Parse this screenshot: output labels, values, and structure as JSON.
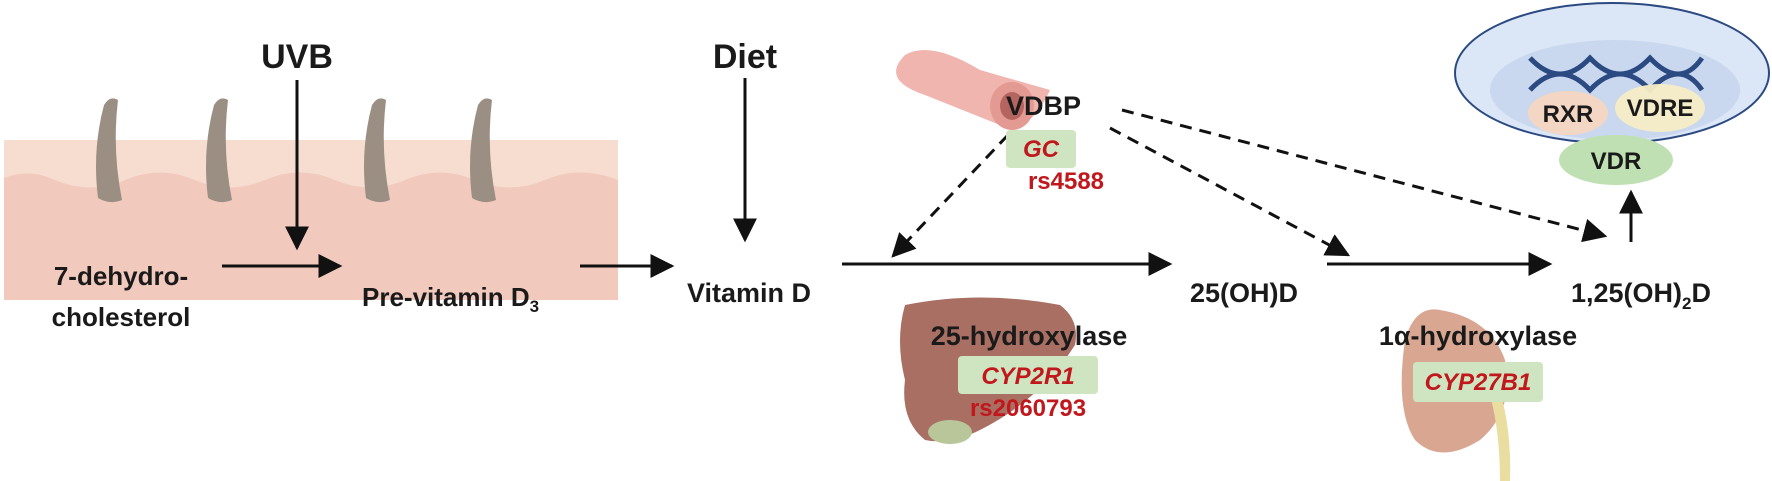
{
  "labels": {
    "uvb": "UVB",
    "diet": "Diet",
    "dehydro_line1": "7-dehydro-",
    "dehydro_line2": "cholesterol",
    "previtamin": "Pre-vitamin D",
    "previtamin_sub": "3",
    "vitamin_d": "Vitamin D",
    "ohd25": "25(OH)D",
    "calcitriol_pre": "1,25(OH)",
    "calcitriol_sub": "2",
    "calcitriol_post": "D",
    "hydroxylase25": "25-hydroxylase",
    "hydroxylase1a": "1α-hydroxylase",
    "vdbp": "VDBP",
    "rxr": "RXR",
    "vdre": "VDRE",
    "vdr": "VDR"
  },
  "genes": {
    "gc": {
      "name": "GC",
      "snp": "rs4588"
    },
    "cyp2r1": {
      "name": "CYP2R1",
      "snp": "rs2060793"
    },
    "cyp27b1": {
      "name": "CYP27B1"
    }
  },
  "colors": {
    "skin_surface": "#f6ddd0",
    "skin_body": "#f2c9bd",
    "hair": "#9b8e83",
    "liver": "#a86f62",
    "kidney": "#d9a692",
    "vessel": "#f0b5ae",
    "gene_box": "#cfe5c1",
    "gene_text": "#c0181c",
    "nucleus": "#dbe6f6",
    "dna": "#2c4a82",
    "vdr": "#bfe0b3",
    "rxr": "#f5d6c0",
    "vdre": "#f7ecc5"
  }
}
